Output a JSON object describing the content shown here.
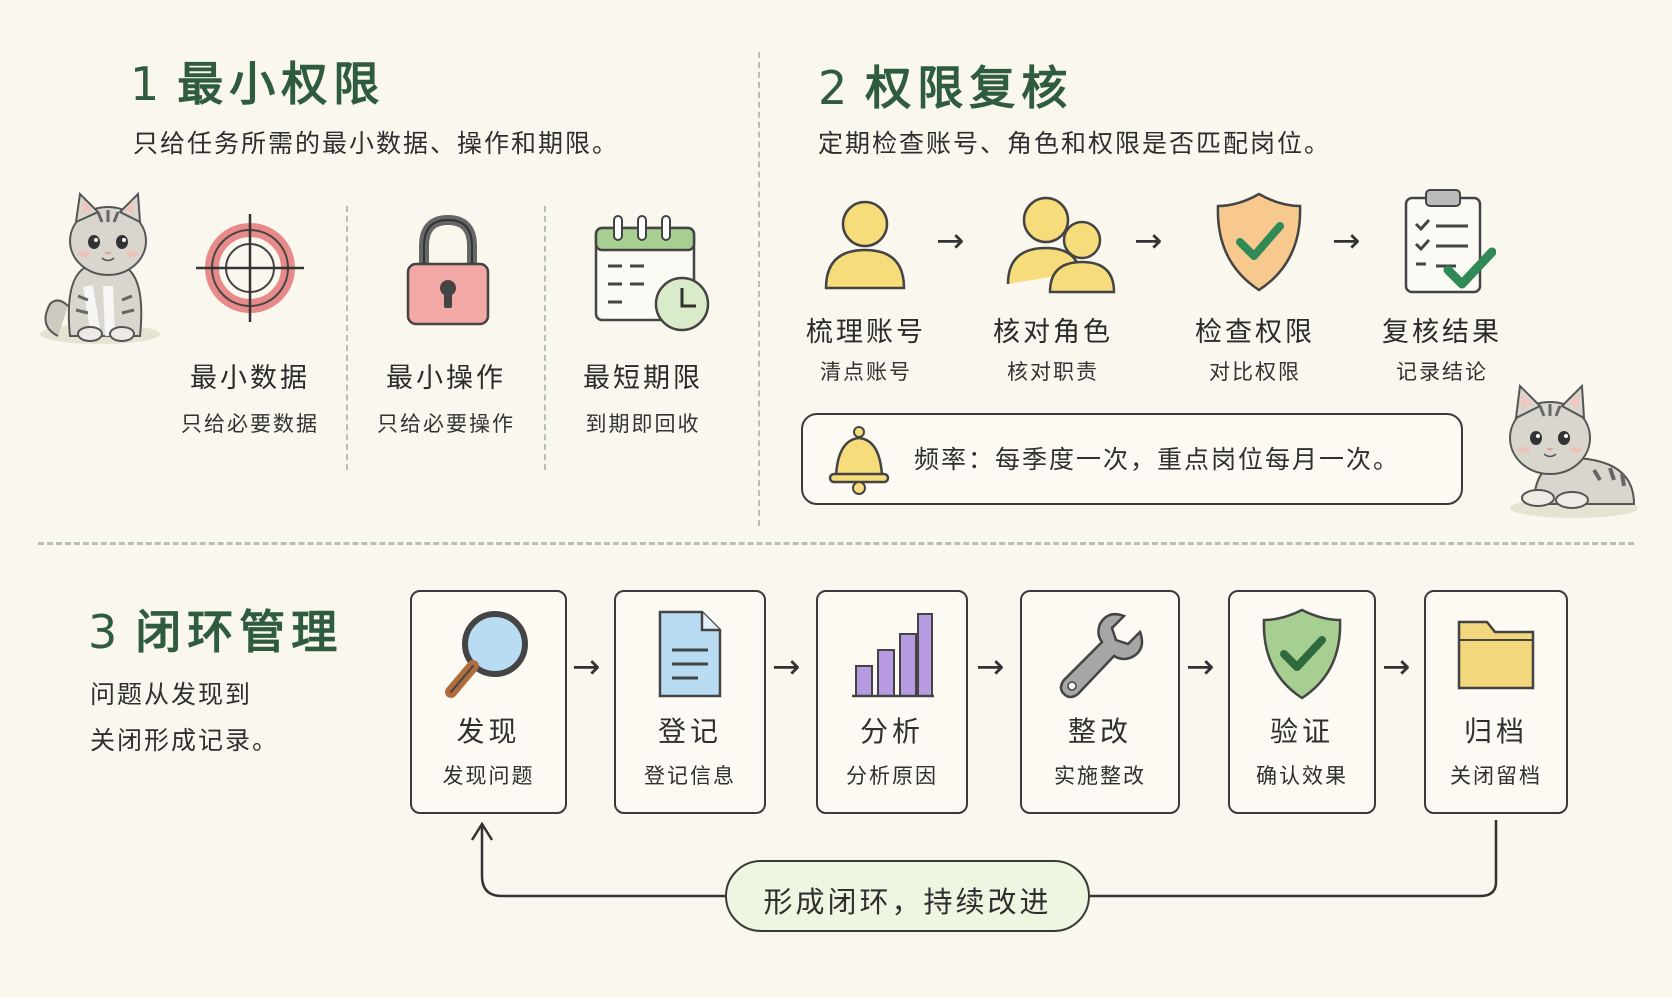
{
  "section1": {
    "num": "1",
    "title": "最小权限",
    "subtitle": "只给任务所需的最小数据、操作和期限。",
    "items": [
      {
        "label": "最小数据",
        "sub": "只给必要数据",
        "icon": "target-icon"
      },
      {
        "label": "最小操作",
        "sub": "只给必要操作",
        "icon": "padlock-icon"
      },
      {
        "label": "最短期限",
        "sub": "到期即回收",
        "icon": "calendar-clock-icon"
      }
    ]
  },
  "section2": {
    "num": "2",
    "title": "权限复核",
    "subtitle": "定期检查账号、角色和权限是否匹配岗位。",
    "steps": [
      {
        "label": "梳理账号",
        "sub": "清点账号",
        "icon": "user-icon"
      },
      {
        "label": "核对角色",
        "sub": "核对职责",
        "icon": "users-icon"
      },
      {
        "label": "检查权限",
        "sub": "对比权限",
        "icon": "shield-check-icon"
      },
      {
        "label": "复核结果",
        "sub": "记录结论",
        "icon": "clipboard-check-icon"
      }
    ],
    "frequency": "频率：每季度一次，重点岗位每月一次。"
  },
  "section3": {
    "num": "3",
    "title": "闭环管理",
    "desc_line1": "问题从发现到",
    "desc_line2": "关闭形成记录。",
    "steps": [
      {
        "label": "发现",
        "sub": "发现问题",
        "icon": "magnifier-icon"
      },
      {
        "label": "登记",
        "sub": "登记信息",
        "icon": "document-icon"
      },
      {
        "label": "分析",
        "sub": "分析原因",
        "icon": "bar-chart-icon"
      },
      {
        "label": "整改",
        "sub": "实施整改",
        "icon": "wrench-icon"
      },
      {
        "label": "验证",
        "sub": "确认效果",
        "icon": "shield-check-icon"
      },
      {
        "label": "归档",
        "sub": "关闭留档",
        "icon": "folder-icon"
      }
    ],
    "loop_label": "形成闭环，持续改进"
  },
  "colors": {
    "title_green": "#2f5b3f",
    "red": "#e98a8a",
    "yellow": "#f6dc7a",
    "orange": "#f7c98f",
    "green": "#8cc07b",
    "blue": "#a9cdef",
    "purple": "#b79be0",
    "check_green": "#2f8a55"
  },
  "arrow_glyph": "→"
}
